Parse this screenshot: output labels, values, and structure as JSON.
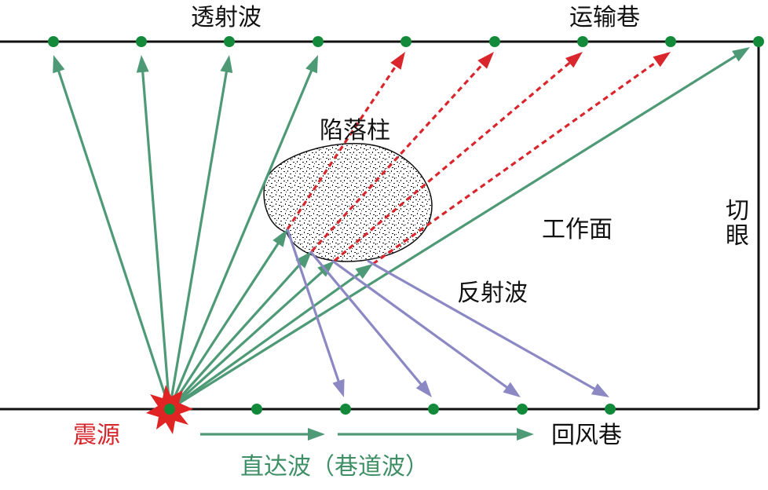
{
  "labels": {
    "transmitted_wave": "透射波",
    "haulage_roadway": "运输巷",
    "collapse_column": "陷落柱",
    "working_face": "工作面",
    "open_off_cut": "切眼",
    "reflected_wave": "反射波",
    "return_airway": "回风巷",
    "seismic_source": "震源",
    "direct_wave": "直达波（巷道波）"
  },
  "colors": {
    "roadway_line": "#111111",
    "receiver_dot": "#128a3a",
    "transmitted_ray": "#4e9a76",
    "attenuated_ray": "#d9262c",
    "reflected_ray": "#8c88c4",
    "source_burst": "#e02424",
    "source_label": "#d9262c",
    "direct_wave_label": "#3f8f66",
    "collapse_fill": "#ffffff",
    "collapse_stipple": "#222222"
  }
}
